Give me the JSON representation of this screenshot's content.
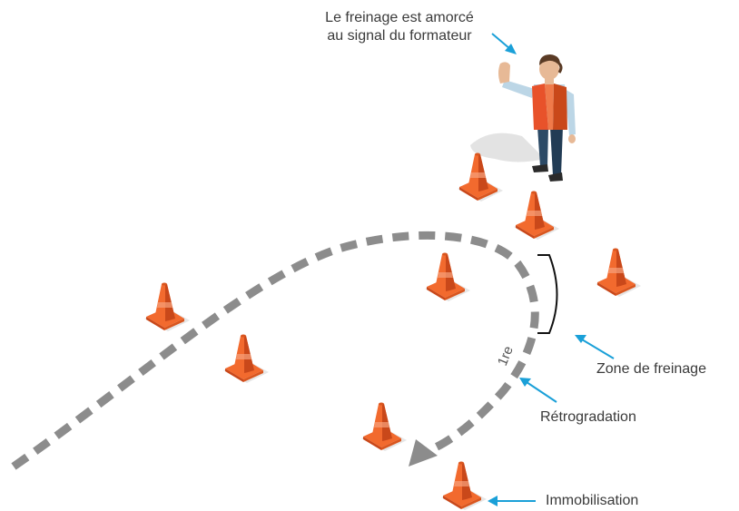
{
  "labels": {
    "instructor_line1": "Le freinage est amorcé",
    "instructor_line2": "au signal du formateur",
    "braking_zone": "Zone de freinage",
    "downshift": "Rétrogradation",
    "stop": "Immobilisation",
    "gear": "1re"
  },
  "colors": {
    "cone_orange": "#f26a2e",
    "cone_dark": "#c9481a",
    "path_gray": "#8c8c8c",
    "arrow_blue": "#1aa0d8",
    "vest_orange": "#e8522a",
    "pants_blue": "#2c4a66"
  }
}
